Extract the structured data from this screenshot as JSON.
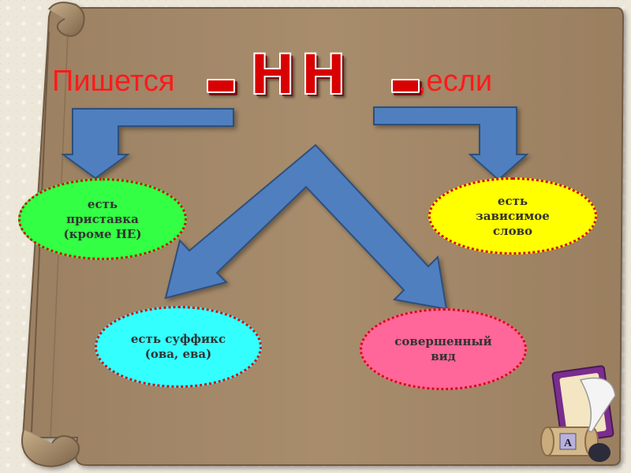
{
  "title": {
    "prefix": "Пишется",
    "emphasis": "НН",
    "suffix": ",если"
  },
  "conditions": [
    {
      "id": "prefix",
      "lines": [
        "есть",
        "приставка",
        "(кроме НЕ)"
      ],
      "color": "#33ff44"
    },
    {
      "id": "dependent-word",
      "lines": [
        "есть",
        "зависимое",
        "слово"
      ],
      "color": "#ffff00"
    },
    {
      "id": "suffix",
      "lines": [
        "есть суффикс",
        "(ова,  ева)"
      ],
      "color": "#33ffff"
    },
    {
      "id": "perfective",
      "lines": [
        "совершенный",
        "вид"
      ],
      "color": "#ff6699"
    }
  ],
  "colors": {
    "scroll": "#a3896a",
    "scroll_edge": "#6f5a43",
    "arrow_fill": "#4f7fbf",
    "arrow_stroke": "#2f4f7a",
    "title_red": "#ff1a1a"
  },
  "decor": {
    "icon": "quill-scroll-icon",
    "badge_letter": "А"
  }
}
